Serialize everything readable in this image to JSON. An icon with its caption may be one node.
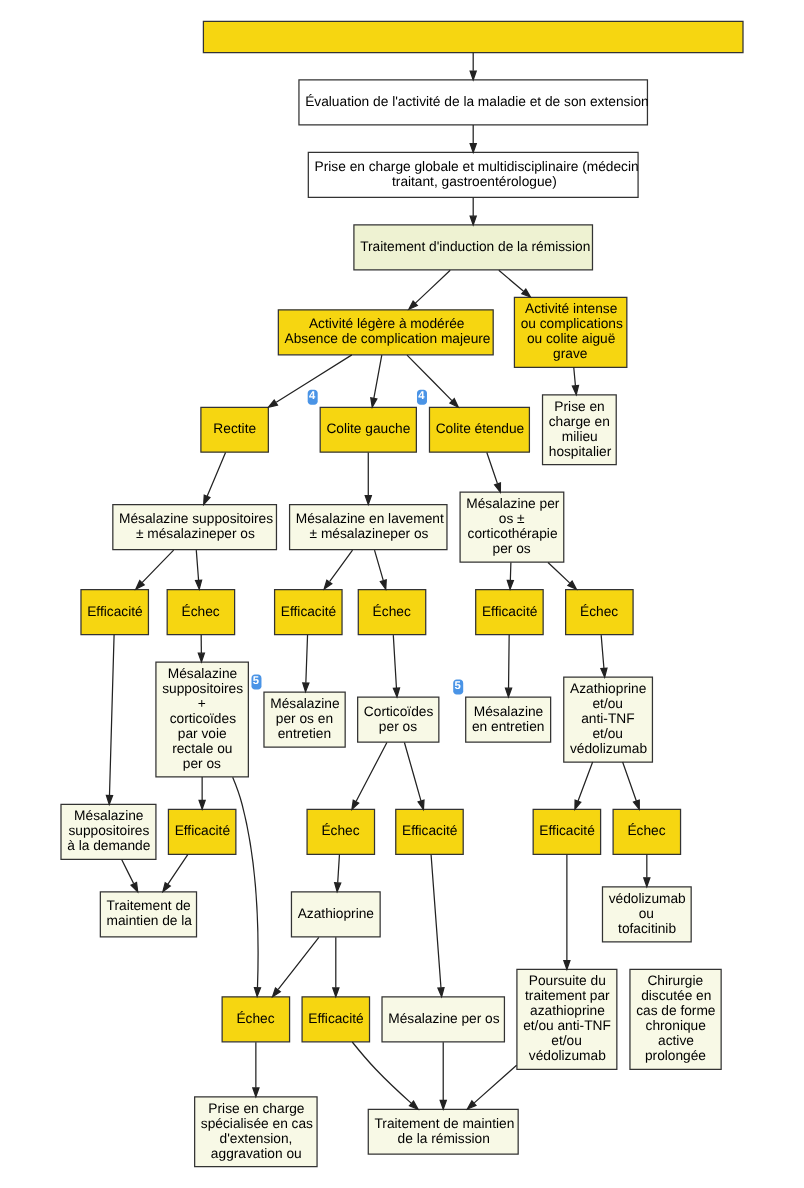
{
  "diagram": {
    "nodes": [
      {
        "text": [],
        "shape": "box"
      },
      {
        "text": [
          "Évaluation de l'activité de la maladie et de son extension"
        ]
      },
      {
        "text": [
          "Prise en charge globale et multidisciplinaire (médecin traitant, gastroentérologue)"
        ]
      },
      {
        "text": [
          "Traitement d'induction de la rémission"
        ]
      },
      {
        "text": [
          "Activité légère à modérée",
          "Absence de complication majeure"
        ]
      },
      {
        "text": [
          "Activité intense ou complications ou colite aiguë grave"
        ]
      },
      {
        "text": [
          "Rectite"
        ]
      },
      {
        "text": [
          "Colite gauche"
        ],
        "beside": [
          "4"
        ]
      },
      {
        "text": [
          "Colite étendue"
        ],
        "beside": [
          "4"
        ]
      },
      {
        "text": [
          "Prise en charge en milieu hospitalier"
        ]
      },
      {
        "text": [
          "Mésalazine suppositoires ± mésalazineper os"
        ]
      },
      {
        "text": [
          "Mésalazine en lavement ± mésalazineper os"
        ]
      },
      {
        "text": [
          "Mésalazine per os ± corticothérapie per os"
        ]
      },
      {
        "text": [
          "Efficacité"
        ]
      },
      {
        "text": [
          "Échec"
        ]
      },
      {
        "text": [
          "Efficacité"
        ]
      },
      {
        "text": [
          "Échec"
        ]
      },
      {
        "text": [
          "Efficacité"
        ]
      },
      {
        "text": [
          "Échec"
        ]
      },
      {
        "text": [
          "Mésalazine suppositoires à la demande"
        ]
      },
      {
        "text": [
          "Mésalazine suppositoires + corticoïdes par voie rectale ou per os"
        ]
      },
      {
        "text": [
          "Mésalazine per os en entretien"
        ],
        "beside": [
          "5"
        ]
      },
      {
        "text": [
          "Corticoïdes per os"
        ]
      },
      {
        "text": [
          "Mésalazine en entretien"
        ],
        "beside": [
          "5"
        ]
      },
      {
        "text": [
          "Azathioprine et/ou anti-TNF et/ou védolizumab"
        ]
      },
      {
        "text": [
          "Échec"
        ]
      },
      {
        "text": [
          "Efficacité"
        ]
      },
      {
        "text": [
          "Azathioprine"
        ]
      },
      {
        "text": [
          "Mésalazine per os"
        ]
      },
      {
        "text": [
          "Efficacité"
        ]
      },
      {
        "text": [
          "Échec"
        ]
      },
      {
        "text": [
          "Poursuite du traitement par azathioprine et/ou anti-TNF et/ou védolizumab"
        ]
      },
      {
        "text": [
          "védolizumab ou tofacitinib"
        ]
      },
      {
        "text": [
          "Chirurgie discutée en cas de forme chronique active prolongée"
        ]
      },
      {
        "text": [
          "Efficacité"
        ]
      },
      {
        "text": [
          "Échec"
        ]
      },
      {
        "text": [
          "Efficacité"
        ]
      },
      {
        "text": [
          "Traitement de maintien de la"
        ]
      },
      {
        "text": [
          "Prise en charge spécialisée en cas d'extension, aggravation ou"
        ]
      },
      {
        "text": [
          "Traitement de maintien de la rémission"
        ]
      }
    ],
    "edges": [
      {
        "from": 0,
        "to": 1,
        "arrow": "to"
      },
      {
        "from": 1,
        "to": 2,
        "arrow": "to"
      },
      {
        "from": 2,
        "to": 3,
        "arrow": "to"
      },
      {
        "from": 3,
        "to": 4,
        "arrow": "to"
      },
      {
        "from": 3,
        "to": 5,
        "arrow": "to"
      },
      {
        "from": 4,
        "to": 6,
        "arrow": "to"
      },
      {
        "from": 4,
        "to": 7,
        "arrow": "to"
      },
      {
        "from": 4,
        "to": 8,
        "arrow": "to"
      },
      {
        "from": 5,
        "to": 9,
        "arrow": "to"
      },
      {
        "from": 6,
        "to": 10,
        "arrow": "to"
      },
      {
        "from": 7,
        "to": 11,
        "arrow": "to"
      },
      {
        "from": 8,
        "to": 12,
        "arrow": "to"
      },
      {
        "from": 10,
        "to": 13,
        "arrow": "to"
      },
      {
        "from": 10,
        "to": 14,
        "arrow": "to"
      },
      {
        "from": 11,
        "to": 15,
        "arrow": "to"
      },
      {
        "from": 11,
        "to": 16,
        "arrow": "to"
      },
      {
        "from": 12,
        "to": 17,
        "arrow": "to"
      },
      {
        "from": 12,
        "to": 18,
        "arrow": "to"
      },
      {
        "from": 13,
        "to": 19,
        "arrow": "to"
      },
      {
        "from": 14,
        "to": 20,
        "arrow": "to"
      },
      {
        "from": 15,
        "to": 21,
        "arrow": "to"
      },
      {
        "from": 16,
        "to": 22,
        "arrow": "to"
      },
      {
        "from": 17,
        "to": 23,
        "arrow": "to"
      },
      {
        "from": 18,
        "to": 24,
        "arrow": "to"
      },
      {
        "from": 22,
        "to": 25,
        "arrow": "to"
      },
      {
        "from": 22,
        "to": 26,
        "arrow": "to"
      },
      {
        "from": 24,
        "to": 29,
        "arrow": "to"
      },
      {
        "from": 24,
        "to": 30,
        "arrow": "to"
      },
      {
        "from": 25,
        "to": 27,
        "arrow": "to"
      },
      {
        "from": 26,
        "to": 28,
        "arrow": "to"
      },
      {
        "from": 29,
        "to": 31,
        "arrow": "to"
      },
      {
        "from": 30,
        "to": 32,
        "arrow": "to"
      },
      {
        "from": 20,
        "to": 34,
        "arrow": "to"
      },
      {
        "from": 20,
        "to": 35,
        "arrow": "to"
      },
      {
        "from": 27,
        "to": 35,
        "arrow": "to"
      },
      {
        "from": 27,
        "to": 36,
        "arrow": "to"
      },
      {
        "from": 19,
        "to": 37,
        "arrow": "to"
      },
      {
        "from": 34,
        "to": 37,
        "arrow": "to"
      },
      {
        "from": 35,
        "to": 38,
        "arrow": "to"
      },
      {
        "from": 36,
        "to": 39,
        "arrow": "to"
      },
      {
        "from": 28,
        "to": 39,
        "arrow": "to"
      },
      {
        "from": 31,
        "to": 39,
        "arrow": "to"
      }
    ]
  }
}
